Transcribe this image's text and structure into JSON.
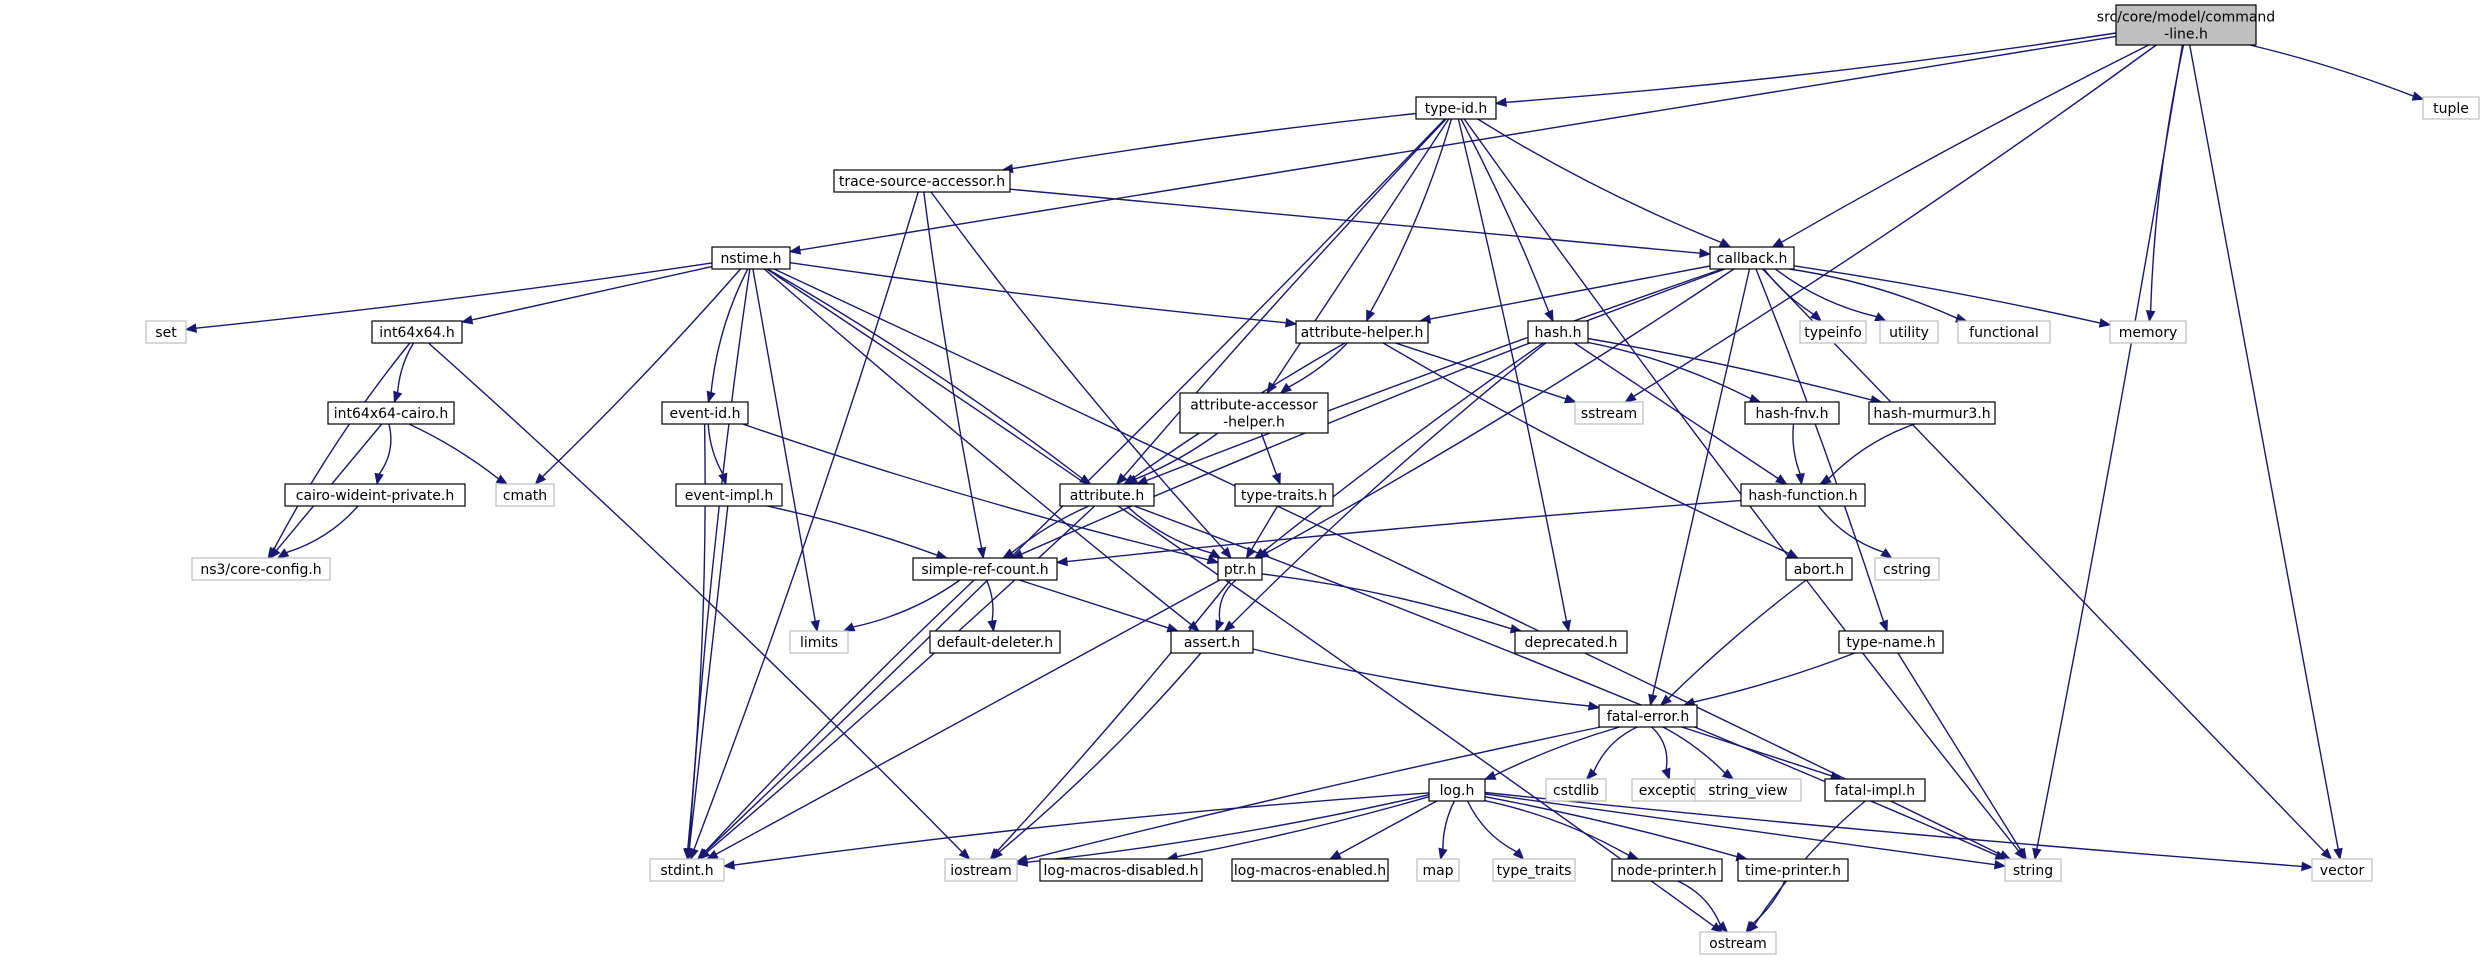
{
  "graph": {
    "nodes": [
      {
        "id": "root",
        "label": [
          "src/core/model/command",
          "-line.h"
        ],
        "kind": "root"
      },
      {
        "id": "type_id",
        "label": [
          "type-id.h"
        ],
        "kind": "local"
      },
      {
        "id": "tuple",
        "label": [
          "tuple"
        ],
        "kind": "sys"
      },
      {
        "id": "tsa",
        "label": [
          "trace-source-accessor.h"
        ],
        "kind": "local"
      },
      {
        "id": "nstime",
        "label": [
          "nstime.h"
        ],
        "kind": "local"
      },
      {
        "id": "callback",
        "label": [
          "callback.h"
        ],
        "kind": "local"
      },
      {
        "id": "set",
        "label": [
          "set"
        ],
        "kind": "sys"
      },
      {
        "id": "int64x64",
        "label": [
          "int64x64.h"
        ],
        "kind": "local"
      },
      {
        "id": "attr_helper",
        "label": [
          "attribute-helper.h"
        ],
        "kind": "local"
      },
      {
        "id": "hash",
        "label": [
          "hash.h"
        ],
        "kind": "local"
      },
      {
        "id": "typeinfo",
        "label": [
          "typeinfo"
        ],
        "kind": "sys"
      },
      {
        "id": "utility",
        "label": [
          "utility"
        ],
        "kind": "sys"
      },
      {
        "id": "functional",
        "label": [
          "functional"
        ],
        "kind": "sys"
      },
      {
        "id": "memory",
        "label": [
          "memory"
        ],
        "kind": "sys"
      },
      {
        "id": "int64cairo",
        "label": [
          "int64x64-cairo.h"
        ],
        "kind": "local"
      },
      {
        "id": "event_id",
        "label": [
          "event-id.h"
        ],
        "kind": "local"
      },
      {
        "id": "attr_acc",
        "label": [
          "attribute-accessor",
          "-helper.h"
        ],
        "kind": "local"
      },
      {
        "id": "sstream",
        "label": [
          "sstream"
        ],
        "kind": "sys"
      },
      {
        "id": "hash_fnv",
        "label": [
          "hash-fnv.h"
        ],
        "kind": "local"
      },
      {
        "id": "hash_mm3",
        "label": [
          "hash-murmur3.h"
        ],
        "kind": "local"
      },
      {
        "id": "cmath",
        "label": [
          "cmath"
        ],
        "kind": "sys"
      },
      {
        "id": "cairo_wide",
        "label": [
          "cairo-wideint-private.h"
        ],
        "kind": "local"
      },
      {
        "id": "event_impl",
        "label": [
          "event-impl.h"
        ],
        "kind": "local"
      },
      {
        "id": "attribute",
        "label": [
          "attribute.h"
        ],
        "kind": "local"
      },
      {
        "id": "type_traits_h",
        "label": [
          "type-traits.h"
        ],
        "kind": "local"
      },
      {
        "id": "hash_func",
        "label": [
          "hash-function.h"
        ],
        "kind": "local"
      },
      {
        "id": "core_config",
        "label": [
          "ns3/core-config.h"
        ],
        "kind": "sys"
      },
      {
        "id": "srefcount",
        "label": [
          "simple-ref-count.h"
        ],
        "kind": "local"
      },
      {
        "id": "ptr",
        "label": [
          "ptr.h"
        ],
        "kind": "local"
      },
      {
        "id": "abort",
        "label": [
          "abort.h"
        ],
        "kind": "local"
      },
      {
        "id": "cstring",
        "label": [
          "cstring"
        ],
        "kind": "sys"
      },
      {
        "id": "limits",
        "label": [
          "limits"
        ],
        "kind": "sys"
      },
      {
        "id": "def_deleter",
        "label": [
          "default-deleter.h"
        ],
        "kind": "local"
      },
      {
        "id": "assert",
        "label": [
          "assert.h"
        ],
        "kind": "local"
      },
      {
        "id": "deprecated",
        "label": [
          "deprecated.h"
        ],
        "kind": "local"
      },
      {
        "id": "type_name",
        "label": [
          "type-name.h"
        ],
        "kind": "local"
      },
      {
        "id": "fatal_error",
        "label": [
          "fatal-error.h"
        ],
        "kind": "local"
      },
      {
        "id": "log",
        "label": [
          "log.h"
        ],
        "kind": "local"
      },
      {
        "id": "cstdlib",
        "label": [
          "cstdlib"
        ],
        "kind": "sys"
      },
      {
        "id": "exception",
        "label": [
          "exception"
        ],
        "kind": "sys"
      },
      {
        "id": "string_view",
        "label": [
          "string_view"
        ],
        "kind": "sys"
      },
      {
        "id": "fatal_impl",
        "label": [
          "fatal-impl.h"
        ],
        "kind": "local"
      },
      {
        "id": "stdint",
        "label": [
          "stdint.h"
        ],
        "kind": "sys"
      },
      {
        "id": "iostream",
        "label": [
          "iostream"
        ],
        "kind": "sys"
      },
      {
        "id": "lm_disabled",
        "label": [
          "log-macros-disabled.h"
        ],
        "kind": "local"
      },
      {
        "id": "lm_enabled",
        "label": [
          "log-macros-enabled.h"
        ],
        "kind": "local"
      },
      {
        "id": "map",
        "label": [
          "map"
        ],
        "kind": "sys"
      },
      {
        "id": "type_traits",
        "label": [
          "type_traits"
        ],
        "kind": "sys"
      },
      {
        "id": "node_printer",
        "label": [
          "node-printer.h"
        ],
        "kind": "local"
      },
      {
        "id": "time_printer",
        "label": [
          "time-printer.h"
        ],
        "kind": "local"
      },
      {
        "id": "string",
        "label": [
          "string"
        ],
        "kind": "sys"
      },
      {
        "id": "vector",
        "label": [
          "vector"
        ],
        "kind": "sys"
      },
      {
        "id": "ostream",
        "label": [
          "ostream"
        ],
        "kind": "sys"
      }
    ],
    "edges": [
      [
        "root",
        "type_id"
      ],
      [
        "root",
        "tuple"
      ],
      [
        "root",
        "nstime"
      ],
      [
        "root",
        "callback"
      ],
      [
        "root",
        "memory"
      ],
      [
        "root",
        "sstream"
      ],
      [
        "root",
        "string"
      ],
      [
        "root",
        "vector"
      ],
      [
        "type_id",
        "tsa"
      ],
      [
        "type_id",
        "callback"
      ],
      [
        "type_id",
        "attr_helper"
      ],
      [
        "type_id",
        "hash"
      ],
      [
        "type_id",
        "attr_acc"
      ],
      [
        "type_id",
        "attribute"
      ],
      [
        "type_id",
        "string"
      ],
      [
        "type_id",
        "stdint"
      ],
      [
        "type_id",
        "deprecated"
      ],
      [
        "tsa",
        "callback"
      ],
      [
        "tsa",
        "srefcount"
      ],
      [
        "tsa",
        "ptr"
      ],
      [
        "tsa",
        "stdint"
      ],
      [
        "nstime",
        "set"
      ],
      [
        "nstime",
        "int64x64"
      ],
      [
        "nstime",
        "attr_helper"
      ],
      [
        "nstime",
        "event_id"
      ],
      [
        "nstime",
        "attribute"
      ],
      [
        "nstime",
        "cmath"
      ],
      [
        "nstime",
        "limits"
      ],
      [
        "nstime",
        "assert"
      ],
      [
        "nstime",
        "stdint"
      ],
      [
        "nstime",
        "ostream"
      ],
      [
        "nstime",
        "string"
      ],
      [
        "callback",
        "attr_helper"
      ],
      [
        "callback",
        "typeinfo"
      ],
      [
        "callback",
        "utility"
      ],
      [
        "callback",
        "functional"
      ],
      [
        "callback",
        "memory"
      ],
      [
        "callback",
        "vector"
      ],
      [
        "callback",
        "attribute"
      ],
      [
        "callback",
        "srefcount"
      ],
      [
        "callback",
        "ptr"
      ],
      [
        "callback",
        "type_name"
      ],
      [
        "callback",
        "fatal_error"
      ],
      [
        "int64x64",
        "int64cairo"
      ],
      [
        "int64x64",
        "core_config"
      ],
      [
        "int64x64",
        "iostream"
      ],
      [
        "attr_helper",
        "attr_acc"
      ],
      [
        "attr_helper",
        "sstream"
      ],
      [
        "attr_helper",
        "attribute"
      ],
      [
        "attr_helper",
        "abort"
      ],
      [
        "hash",
        "hash_fnv"
      ],
      [
        "hash",
        "hash_mm3"
      ],
      [
        "hash",
        "hash_func"
      ],
      [
        "hash",
        "ptr"
      ],
      [
        "hash",
        "assert"
      ],
      [
        "int64cairo",
        "cairo_wide"
      ],
      [
        "int64cairo",
        "cmath"
      ],
      [
        "int64cairo",
        "core_config"
      ],
      [
        "event_id",
        "event_impl"
      ],
      [
        "event_id",
        "ptr"
      ],
      [
        "event_id",
        "stdint"
      ],
      [
        "attr_acc",
        "attribute"
      ],
      [
        "attr_acc",
        "type_traits_h"
      ],
      [
        "hash_fnv",
        "hash_func"
      ],
      [
        "hash_mm3",
        "hash_func"
      ],
      [
        "cairo_wide",
        "core_config"
      ],
      [
        "event_impl",
        "srefcount"
      ],
      [
        "event_impl",
        "stdint"
      ],
      [
        "attribute",
        "srefcount"
      ],
      [
        "attribute",
        "ptr"
      ],
      [
        "attribute",
        "string"
      ],
      [
        "attribute",
        "stdint"
      ],
      [
        "type_traits_h",
        "ptr"
      ],
      [
        "hash_func",
        "srefcount"
      ],
      [
        "hash_func",
        "cstring"
      ],
      [
        "srefcount",
        "limits"
      ],
      [
        "srefcount",
        "def_deleter"
      ],
      [
        "srefcount",
        "assert"
      ],
      [
        "srefcount",
        "stdint"
      ],
      [
        "ptr",
        "assert"
      ],
      [
        "ptr",
        "deprecated"
      ],
      [
        "ptr",
        "iostream"
      ],
      [
        "ptr",
        "stdint"
      ],
      [
        "abort",
        "fatal_error"
      ],
      [
        "assert",
        "fatal_error"
      ],
      [
        "assert",
        "iostream"
      ],
      [
        "type_name",
        "fatal_error"
      ],
      [
        "type_name",
        "string"
      ],
      [
        "fatal_error",
        "log"
      ],
      [
        "fatal_error",
        "cstdlib"
      ],
      [
        "fatal_error",
        "exception"
      ],
      [
        "fatal_error",
        "string_view"
      ],
      [
        "fatal_error",
        "fatal_impl"
      ],
      [
        "fatal_error",
        "iostream"
      ],
      [
        "log",
        "stdint"
      ],
      [
        "log",
        "iostream"
      ],
      [
        "log",
        "lm_disabled"
      ],
      [
        "log",
        "lm_enabled"
      ],
      [
        "log",
        "map"
      ],
      [
        "log",
        "type_traits"
      ],
      [
        "log",
        "node_printer"
      ],
      [
        "log",
        "time_printer"
      ],
      [
        "log",
        "string"
      ],
      [
        "log",
        "vector"
      ],
      [
        "fatal_impl",
        "ostream"
      ],
      [
        "node_printer",
        "ostream"
      ],
      [
        "time_printer",
        "ostream"
      ]
    ]
  }
}
